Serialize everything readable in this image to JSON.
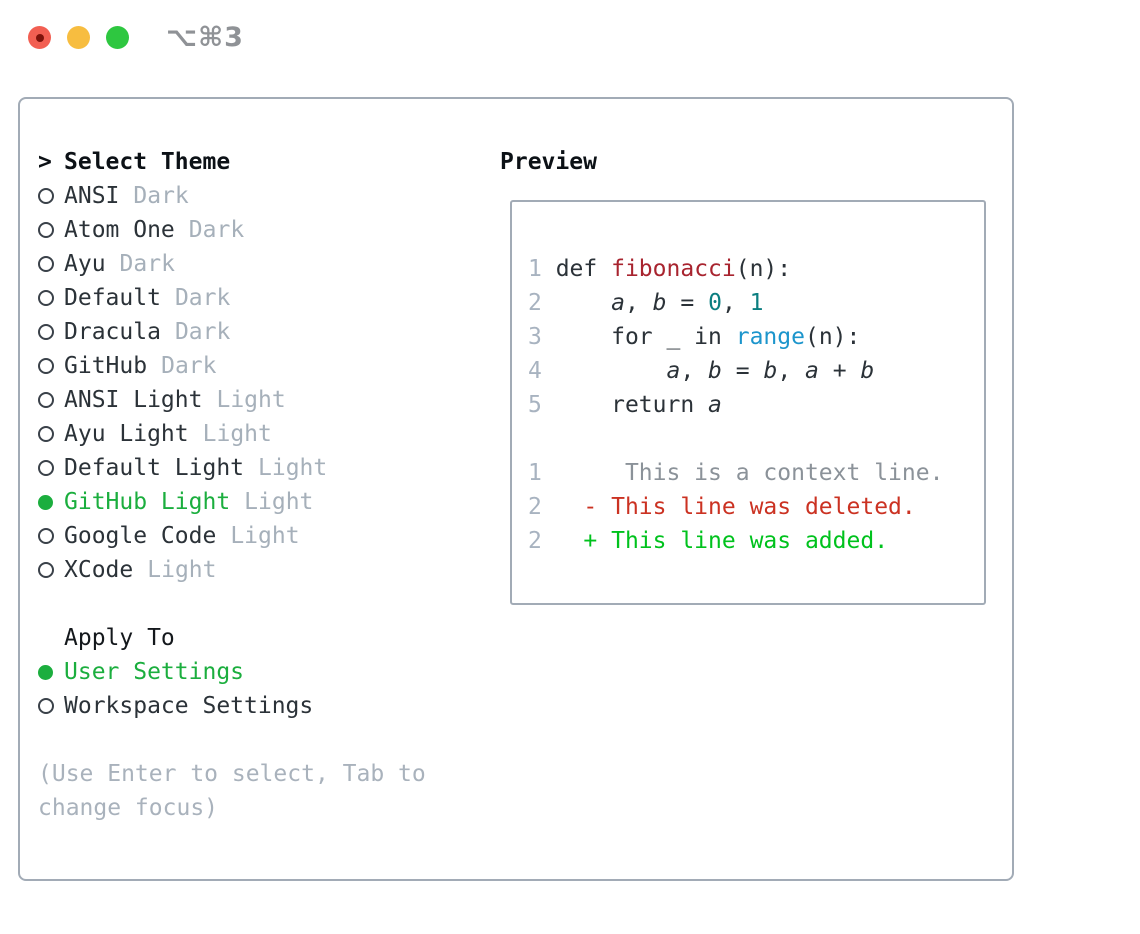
{
  "window": {
    "shortcut_label": "⌥⌘3"
  },
  "colors": {
    "selection_green": "#1bae3e",
    "added_green": "#00c21d",
    "deleted_red": "#cb3222",
    "function_red": "#a8242f",
    "number_teal": "#0b7e80",
    "builtin_blue": "#1c95cc",
    "traffic_red": "#f25f52",
    "traffic_yellow": "#f7bd40",
    "traffic_green": "#2ec740"
  },
  "theme_select": {
    "marker": ">",
    "title": "Select Theme",
    "items": [
      {
        "name": "ANSI",
        "tag": "Dark",
        "selected": false
      },
      {
        "name": "Atom One",
        "tag": "Dark",
        "selected": false
      },
      {
        "name": "Ayu",
        "tag": "Dark",
        "selected": false
      },
      {
        "name": "Default",
        "tag": "Dark",
        "selected": false
      },
      {
        "name": "Dracula",
        "tag": "Dark",
        "selected": false
      },
      {
        "name": "GitHub",
        "tag": "Dark",
        "selected": false
      },
      {
        "name": "ANSI Light",
        "tag": "Light",
        "selected": false
      },
      {
        "name": "Ayu Light",
        "tag": "Light",
        "selected": false
      },
      {
        "name": "Default Light",
        "tag": "Light",
        "selected": false
      },
      {
        "name": "GitHub Light",
        "tag": "Light",
        "selected": true
      },
      {
        "name": "Google Code",
        "tag": "Light",
        "selected": false
      },
      {
        "name": "XCode",
        "tag": "Light",
        "selected": false
      }
    ]
  },
  "apply_to": {
    "title": "Apply To",
    "items": [
      {
        "name": "User Settings",
        "selected": true
      },
      {
        "name": "Workspace Settings",
        "selected": false
      }
    ]
  },
  "hint": {
    "lines": [
      "(Use Enter to select, Tab to",
      "change focus)"
    ]
  },
  "preview": {
    "title": "Preview",
    "code_lines": [
      {
        "gutter": "1",
        "segments": [
          {
            "t": " def ",
            "c": "code"
          },
          {
            "t": "fibonacci",
            "c": "func"
          },
          {
            "t": "(n):",
            "c": "code"
          }
        ]
      },
      {
        "gutter": "2",
        "segments": [
          {
            "t": "     ",
            "c": "code"
          },
          {
            "t": "a",
            "c": "var"
          },
          {
            "t": ", ",
            "c": "code"
          },
          {
            "t": "b",
            "c": "var"
          },
          {
            "t": " = ",
            "c": "code"
          },
          {
            "t": "0",
            "c": "num"
          },
          {
            "t": ", ",
            "c": "code"
          },
          {
            "t": "1",
            "c": "num"
          }
        ]
      },
      {
        "gutter": "3",
        "segments": [
          {
            "t": "     for _ in ",
            "c": "code"
          },
          {
            "t": "range",
            "c": "builtin"
          },
          {
            "t": "(n):",
            "c": "code"
          }
        ]
      },
      {
        "gutter": "4",
        "segments": [
          {
            "t": "         ",
            "c": "code"
          },
          {
            "t": "a",
            "c": "var"
          },
          {
            "t": ", ",
            "c": "code"
          },
          {
            "t": "b",
            "c": "var"
          },
          {
            "t": " = ",
            "c": "code"
          },
          {
            "t": "b",
            "c": "var"
          },
          {
            "t": ", ",
            "c": "code"
          },
          {
            "t": "a",
            "c": "var"
          },
          {
            "t": " + ",
            "c": "code"
          },
          {
            "t": "b",
            "c": "var"
          }
        ]
      },
      {
        "gutter": "5",
        "segments": [
          {
            "t": "     return ",
            "c": "code"
          },
          {
            "t": "a",
            "c": "var"
          }
        ]
      }
    ],
    "diff_lines": [
      {
        "gutter": "1",
        "segments": [
          {
            "t": "      This is a context line.",
            "c": "context"
          }
        ]
      },
      {
        "gutter": "2",
        "segments": [
          {
            "t": "   - This line was deleted.",
            "c": "deleted"
          }
        ]
      },
      {
        "gutter": "2",
        "segments": [
          {
            "t": "   + This line was added.",
            "c": "added"
          }
        ]
      }
    ]
  }
}
